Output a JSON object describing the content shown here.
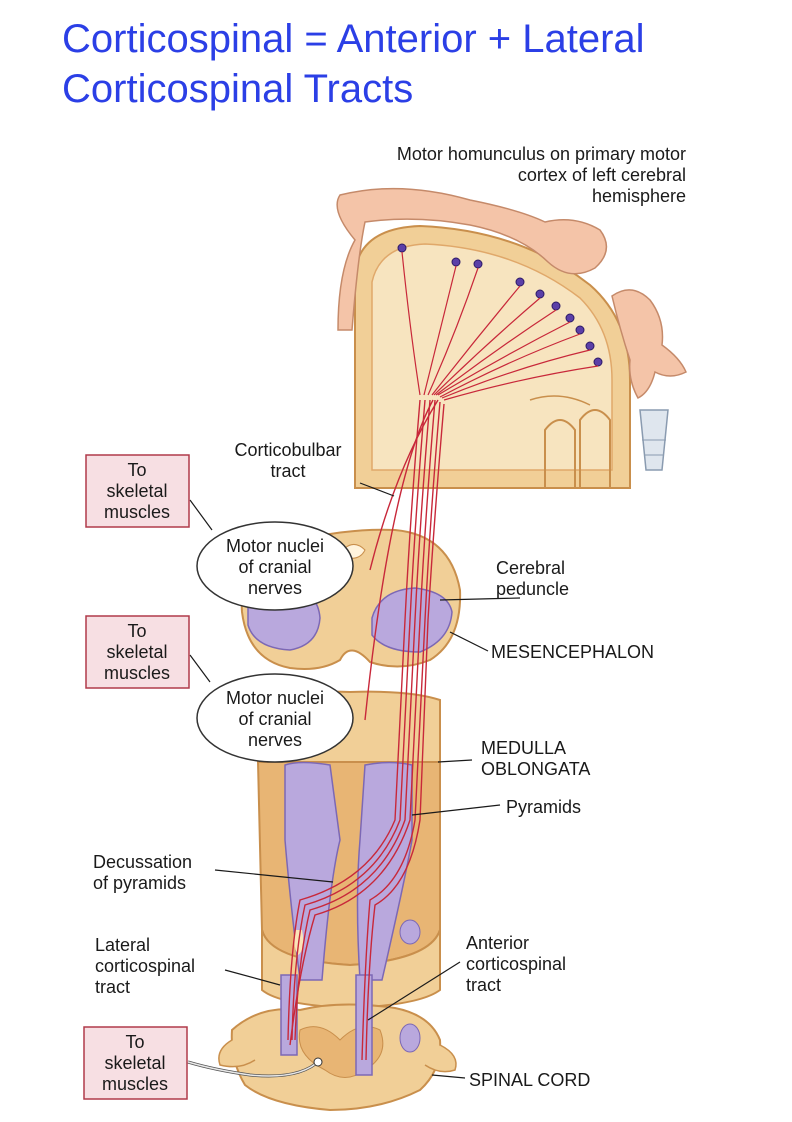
{
  "title": {
    "line1": "Corticospinal = Anterior + Lateral",
    "line2": "Corticospinal Tracts"
  },
  "labels": {
    "homunculus": [
      "Motor homunculus on primary motor",
      "cortex of left cerebral",
      "hemisphere"
    ],
    "corticobulbar": [
      "Corticobulbar",
      "tract"
    ],
    "motor_nuclei_upper": [
      "Motor nuclei",
      "of cranial",
      "nerves"
    ],
    "motor_nuclei_lower": [
      "Motor nuclei",
      "of cranial",
      "nerves"
    ],
    "cerebral_peduncle": [
      "Cerebral",
      "peduncle"
    ],
    "mesencephalon": "MESENCEPHALON",
    "medulla": [
      "MEDULLA",
      "OBLONGATA"
    ],
    "pyramids": "Pyramids",
    "decussation": [
      "Decussation",
      "of pyramids"
    ],
    "lateral_tract": [
      "Lateral",
      "corticospinal",
      "tract"
    ],
    "anterior_tract": [
      "Anterior",
      "corticospinal",
      "tract"
    ],
    "spinal_cord": "SPINAL CORD",
    "skeletal_boxes": [
      [
        "To",
        "skeletal",
        "muscles"
      ],
      [
        "To",
        "skeletal",
        "muscles"
      ],
      [
        "To",
        "skeletal",
        "muscles"
      ]
    ]
  },
  "colors": {
    "title": "#2b3fe6",
    "tissue": "#f1cf97",
    "tissue_dark": "#d9a560",
    "tract": "#b9a8dd",
    "fiber": "#c8283a",
    "box_fill": "#f7dfe3",
    "box_stroke": "#b03a4a"
  }
}
